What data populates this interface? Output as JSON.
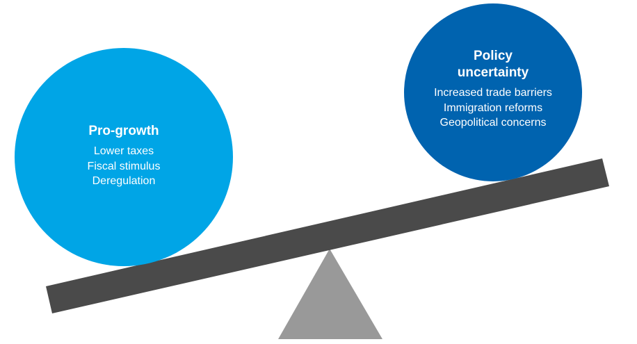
{
  "left_circle": {
    "title": "Pro-growth",
    "items": [
      "Lower taxes",
      "Fiscal stimulus",
      "Deregulation"
    ],
    "color": "#00A5E6"
  },
  "right_circle": {
    "title_line1": "Policy",
    "title_line2": "uncertainty",
    "items": [
      "Increased trade barriers",
      "Immigration reforms",
      "Geopolitical concerns"
    ],
    "color": "#0063AF"
  },
  "beam_color": "#4A4A4A",
  "fulcrum_color": "#999999"
}
